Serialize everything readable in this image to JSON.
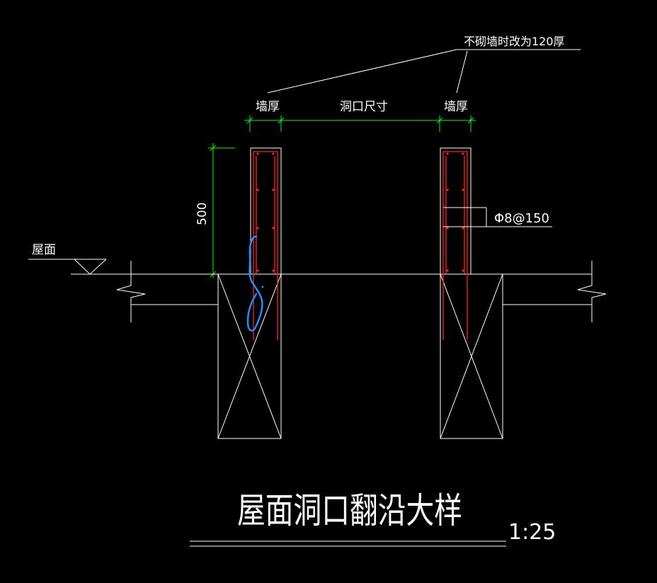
{
  "drawing": {
    "note_label": "不砌墙时改为120厚",
    "wall_thickness_left": "墙厚",
    "opening_size": "洞口尺寸",
    "wall_thickness_right": "墙厚",
    "height_dim": "500",
    "roof_label": "屋面",
    "rebar_label": "Φ8@150",
    "title": "屋面洞口翻沿大样",
    "scale": "1:25"
  },
  "colors": {
    "background": "#000000",
    "line": "#ffffff",
    "dimension": "#00ff00",
    "rebar": "#ff2020",
    "annotation": "#1e90ff"
  }
}
